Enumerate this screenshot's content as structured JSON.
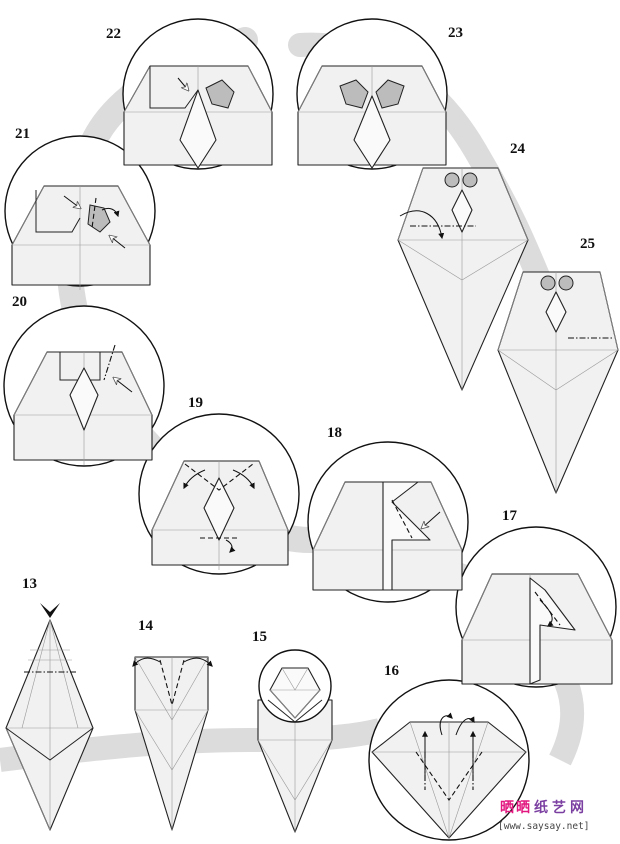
{
  "steps": [
    {
      "id": "s13",
      "label": "13"
    },
    {
      "id": "s14",
      "label": "14"
    },
    {
      "id": "s15",
      "label": "15"
    },
    {
      "id": "s16",
      "label": "16"
    },
    {
      "id": "s17",
      "label": "17"
    },
    {
      "id": "s18",
      "label": "18"
    },
    {
      "id": "s19",
      "label": "19"
    },
    {
      "id": "s20",
      "label": "20"
    },
    {
      "id": "s21",
      "label": "21"
    },
    {
      "id": "s22",
      "label": "22"
    },
    {
      "id": "s23",
      "label": "23"
    },
    {
      "id": "s24",
      "label": "24"
    },
    {
      "id": "s25",
      "label": "25"
    }
  ],
  "watermark": {
    "chars": [
      "晒",
      "晒",
      "纸",
      "艺",
      "网"
    ],
    "colors": [
      "#e2177f",
      "#e2177f",
      "#7a3fa0",
      "#7a3fa0",
      "#7a3fa0"
    ],
    "url": "[www.saysay.net]"
  },
  "colors": {
    "background_ribbon": "#dcdcdc",
    "line": "#111111",
    "shade": "#bcbcbc"
  }
}
